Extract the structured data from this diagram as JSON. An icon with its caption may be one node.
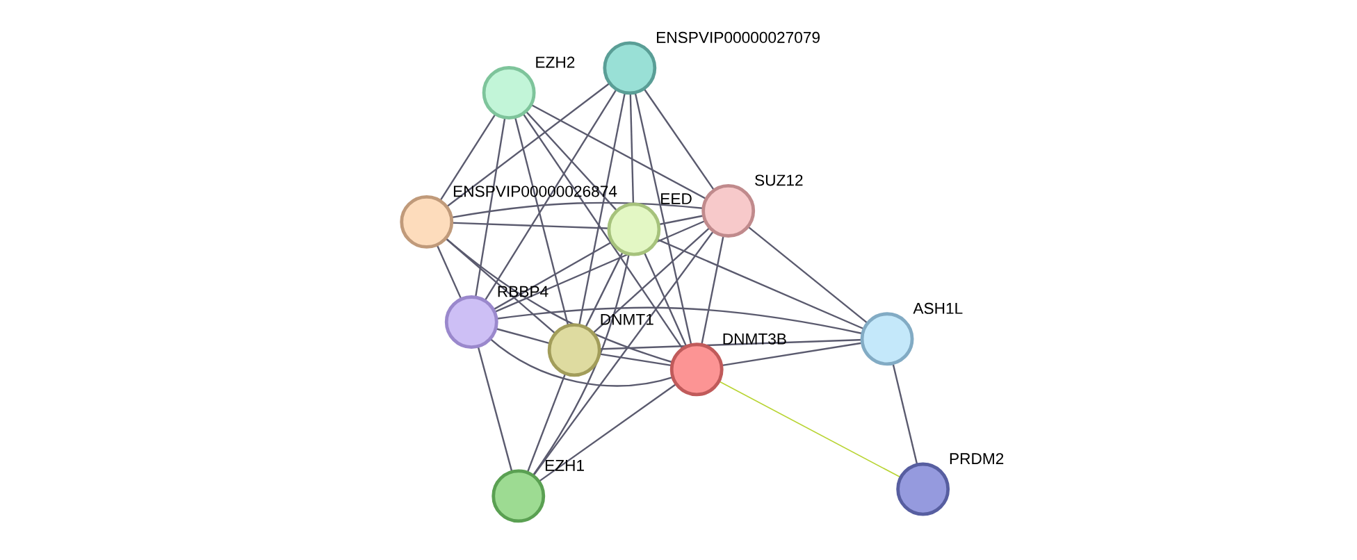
{
  "diagram": {
    "nodes": [
      {
        "text": [
          "EZH2"
        ]
      },
      {
        "text": [
          "ENSPVIP00000027079"
        ]
      },
      {
        "text": [
          "ENSPVIP00000026874"
        ]
      },
      {
        "text": [
          "EED"
        ]
      },
      {
        "text": [
          "SUZ12"
        ]
      },
      {
        "text": [
          "RBBP4"
        ]
      },
      {
        "text": [
          "DNMT1"
        ]
      },
      {
        "text": [
          "DNMT3B"
        ]
      },
      {
        "text": [
          "ASH1L"
        ]
      },
      {
        "text": [
          "EZH1"
        ]
      },
      {
        "text": [
          "PRDM2"
        ]
      }
    ],
    "edges": [
      {
        "from": 0,
        "to": 3,
        "arrow": "none"
      },
      {
        "from": 0,
        "to": 4,
        "arrow": "none"
      },
      {
        "from": 0,
        "to": 2,
        "arrow": "none"
      },
      {
        "from": 0,
        "to": 5,
        "arrow": "none"
      },
      {
        "from": 0,
        "to": 6,
        "arrow": "none"
      },
      {
        "from": 0,
        "to": 7,
        "arrow": "none"
      },
      {
        "from": 1,
        "to": 3,
        "arrow": "none"
      },
      {
        "from": 1,
        "to": 4,
        "arrow": "none"
      },
      {
        "from": 1,
        "to": 2,
        "arrow": "none"
      },
      {
        "from": 1,
        "to": 5,
        "arrow": "none"
      },
      {
        "from": 1,
        "to": 6,
        "arrow": "none"
      },
      {
        "from": 1,
        "to": 7,
        "arrow": "none"
      },
      {
        "from": 2,
        "to": 3,
        "arrow": "none"
      },
      {
        "from": 2,
        "to": 4,
        "arrow": "none"
      },
      {
        "from": 2,
        "to": 5,
        "arrow": "none"
      },
      {
        "from": 2,
        "to": 6,
        "arrow": "none"
      },
      {
        "from": 2,
        "to": 7,
        "arrow": "none"
      },
      {
        "from": 3,
        "to": 4,
        "arrow": "none"
      },
      {
        "from": 3,
        "to": 5,
        "arrow": "none"
      },
      {
        "from": 3,
        "to": 6,
        "arrow": "none"
      },
      {
        "from": 3,
        "to": 7,
        "arrow": "none"
      },
      {
        "from": 3,
        "to": 8,
        "arrow": "none"
      },
      {
        "from": 3,
        "to": 9,
        "arrow": "none"
      },
      {
        "from": 4,
        "to": 5,
        "arrow": "none"
      },
      {
        "from": 4,
        "to": 6,
        "arrow": "none"
      },
      {
        "from": 4,
        "to": 7,
        "arrow": "none"
      },
      {
        "from": 4,
        "to": 8,
        "arrow": "none"
      },
      {
        "from": 4,
        "to": 9,
        "arrow": "none"
      },
      {
        "from": 5,
        "to": 6,
        "arrow": "none"
      },
      {
        "from": 5,
        "to": 7,
        "arrow": "none"
      },
      {
        "from": 5,
        "to": 9,
        "arrow": "none"
      },
      {
        "from": 5,
        "to": 8,
        "arrow": "none"
      },
      {
        "from": 6,
        "to": 7,
        "arrow": "none"
      },
      {
        "from": 6,
        "to": 9,
        "arrow": "none"
      },
      {
        "from": 6,
        "to": 8,
        "arrow": "none"
      },
      {
        "from": 7,
        "to": 9,
        "arrow": "none"
      },
      {
        "from": 7,
        "to": 8,
        "arrow": "none"
      },
      {
        "from": 7,
        "to": 10,
        "arrow": "none",
        "color": "#b8d432"
      },
      {
        "from": 8,
        "to": 10,
        "arrow": "none"
      }
    ]
  }
}
